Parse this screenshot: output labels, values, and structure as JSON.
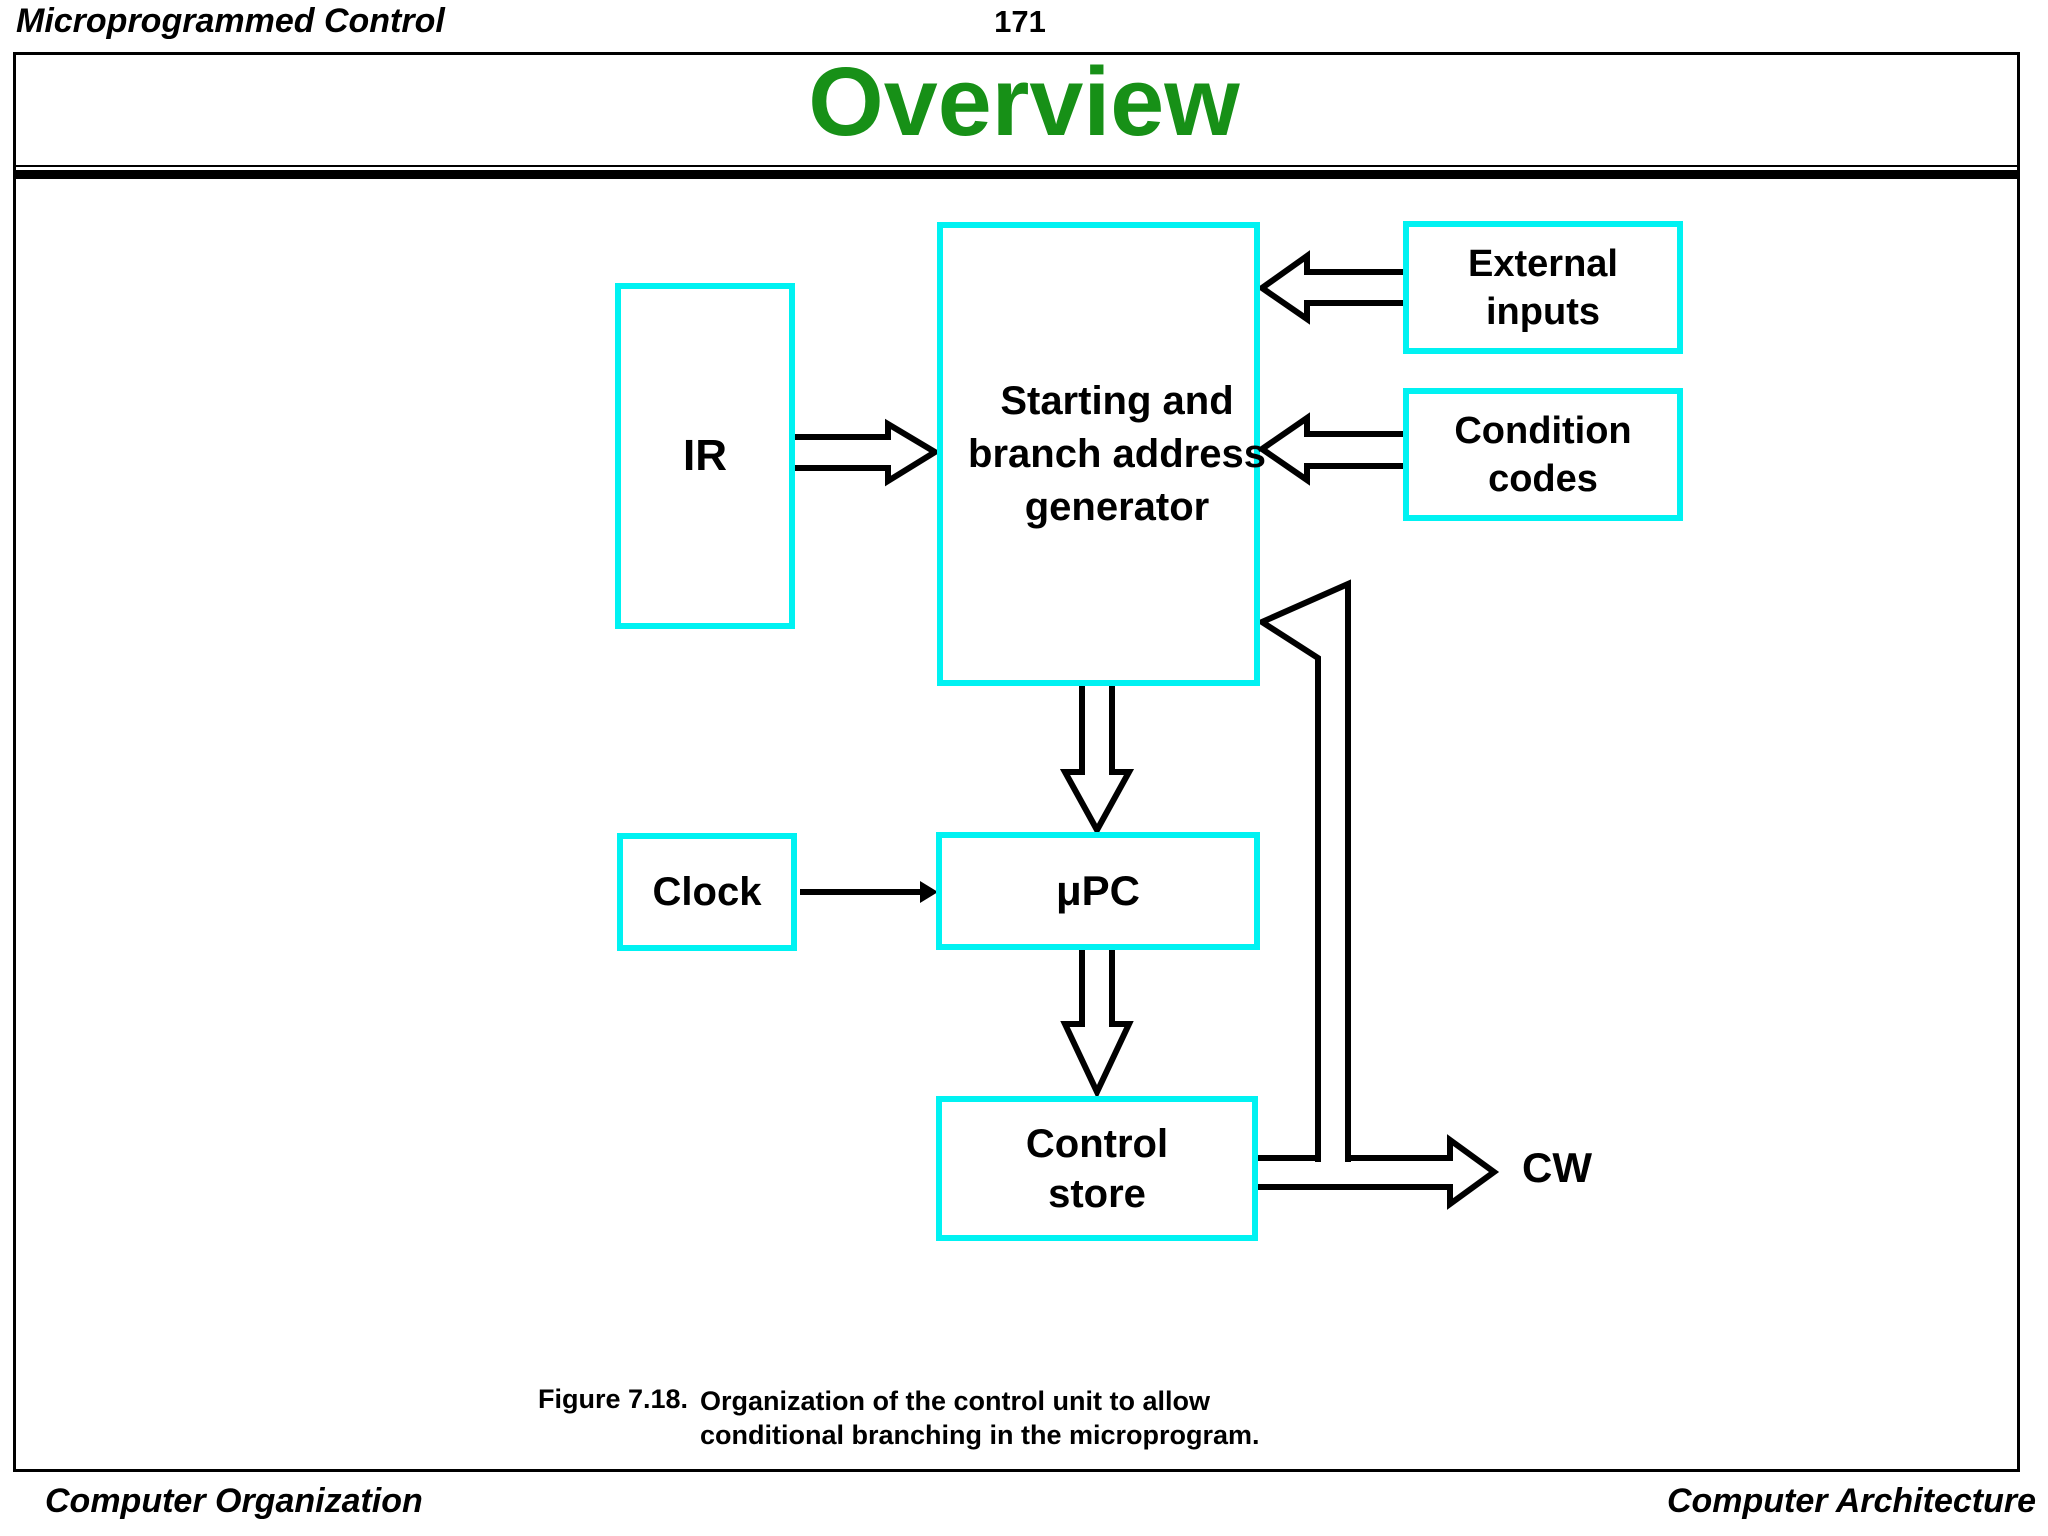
{
  "header": {
    "left_title": "Microprogrammed Control",
    "page_number": "171"
  },
  "slide": {
    "title": "Overview"
  },
  "diagram": {
    "boxes": {
      "ir": "IR",
      "generator": "Starting and\nbranch address\ngenerator",
      "external_inputs": "External\ninputs",
      "condition_codes": "Condition\ncodes",
      "clock": "Clock",
      "upc": "μPC",
      "control_store": "Control\nstore"
    },
    "labels": {
      "cw": "CW"
    }
  },
  "caption": {
    "figure_label": "Figure 7.18.",
    "text": "Organization of the control unit to allow\nconditional branching in the microprogram."
  },
  "footer": {
    "left": "Computer Organization",
    "right": "Computer Architecture"
  },
  "colors": {
    "accent_cyan": "#00f2f2",
    "title_green": "#179017",
    "ink": "#000000"
  }
}
